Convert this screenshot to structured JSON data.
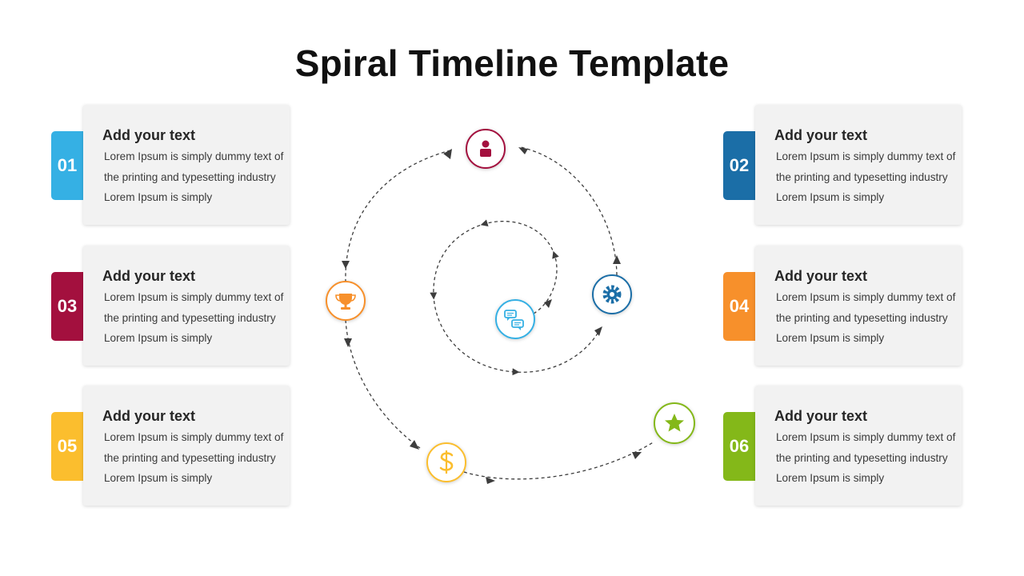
{
  "title": "Spiral Timeline Template",
  "steps": [
    {
      "number": "01",
      "heading": "Add your text",
      "body": "Lorem Ipsum is simply dummy text of the printing and typesetting industry Lorem Ipsum is simply",
      "color": "#35b0e4"
    },
    {
      "number": "02",
      "heading": "Add your text",
      "body": "Lorem Ipsum is simply dummy text of the printing and typesetting industry Lorem Ipsum is simply",
      "color": "#1b6ea7"
    },
    {
      "number": "03",
      "heading": "Add your text",
      "body": "Lorem Ipsum is simply dummy text of the printing and typesetting industry Lorem Ipsum is simply",
      "color": "#a3103e"
    },
    {
      "number": "04",
      "heading": "Add your text",
      "body": "Lorem Ipsum is simply dummy text of the printing and typesetting industry Lorem Ipsum is simply",
      "color": "#f7902b"
    },
    {
      "number": "05",
      "heading": "Add your text",
      "body": "Lorem Ipsum is simply dummy text of the printing and typesetting industry Lorem Ipsum is simply",
      "color": "#fbbe2e"
    },
    {
      "number": "06",
      "heading": "Add your text",
      "body": "Lorem Ipsum is simply dummy text of the printing and typesetting industry Lorem Ipsum is simply",
      "color": "#84b819"
    }
  ],
  "spiral_icons": [
    {
      "icon": "person-icon",
      "color": "#a3103e"
    },
    {
      "icon": "gear-icon",
      "color": "#1b6ea7"
    },
    {
      "icon": "trophy-icon",
      "color": "#f7902b"
    },
    {
      "icon": "chat-bubbles-icon",
      "color": "#35b0e4"
    },
    {
      "icon": "dollar-icon",
      "color": "#fbbe2e"
    },
    {
      "icon": "star-icon",
      "color": "#84b819"
    }
  ],
  "colors": {
    "path": "#3d3d3d",
    "card": "#f2f2f2"
  }
}
